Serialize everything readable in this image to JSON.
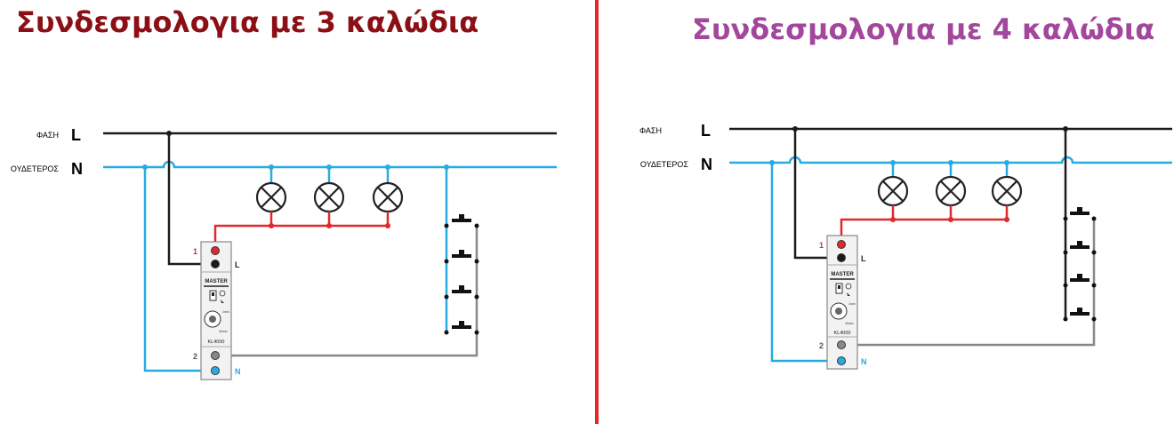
{
  "titles": {
    "left": "Συνδεσμολογια με 3 καλώδια",
    "right": "Συνδεσμολογια με 4 καλώδια"
  },
  "colors": {
    "title_left": "#8b0f14",
    "title_right": "#a2479c",
    "divider": "#e8262a",
    "phase_wire": "#1a1a1a",
    "neutral_wire": "#29abe2",
    "lamp_wire": "#e0282d",
    "pushbutton_wire": "#888888"
  },
  "diagrams": [
    {
      "id": "left",
      "phase_label": "ΦΑΣΗ",
      "phase_letter": "L",
      "neutral_label": "ΟΥΔΕΤΕΡΟΣ",
      "neutral_letter": "N",
      "lamp_count": 3,
      "pushbutton_count": 4,
      "device": {
        "brand": "MASTER",
        "model": "KL4000",
        "dial_min": "1min",
        "dial_max": "30min",
        "terminal_1": "1",
        "terminal_2": "2",
        "terminal_L": "L",
        "terminal_N": "N"
      }
    },
    {
      "id": "right",
      "phase_label": "ΦΑΣΗ",
      "phase_letter": "L",
      "neutral_label": "ΟΥΔΕΤΕΡΟΣ",
      "neutral_letter": "N",
      "lamp_count": 3,
      "pushbutton_count": 4,
      "device": {
        "brand": "MASTER",
        "model": "KL4000",
        "dial_min": "1min",
        "dial_max": "30min",
        "terminal_1": "1",
        "terminal_2": "2",
        "terminal_L": "L",
        "terminal_N": "N"
      }
    }
  ]
}
